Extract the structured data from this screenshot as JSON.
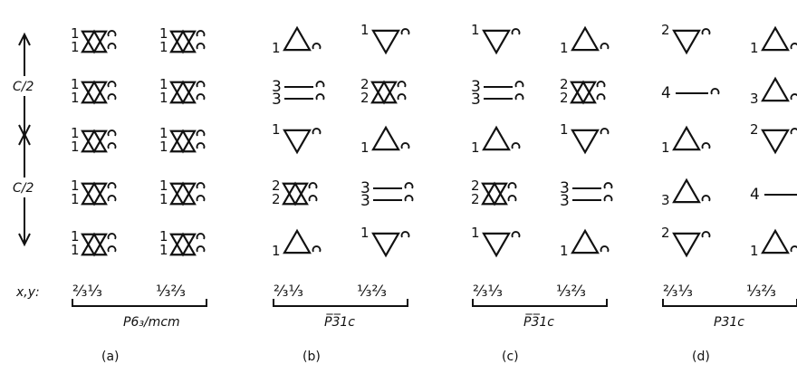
{
  "axis": {
    "c_half_label": "C/2",
    "xy_label": "x,y:"
  },
  "panels": [
    {
      "id": "a",
      "letter": "(a)",
      "space_group": "P6₃/mcm",
      "coord_left": "²⁄₃¹⁄₃",
      "coord_right": "¹⁄₃²⁄₃",
      "rows": [
        [
          {
            "type": "star",
            "labels": [
              "1",
              "1"
            ]
          },
          {
            "type": "star",
            "labels": [
              "1",
              "1"
            ]
          }
        ],
        [
          {
            "type": "star",
            "labels": [
              "1",
              "1"
            ]
          },
          {
            "type": "star",
            "labels": [
              "1",
              "1"
            ]
          }
        ],
        [
          {
            "type": "star",
            "labels": [
              "1",
              "1"
            ]
          },
          {
            "type": "star",
            "labels": [
              "1",
              "1"
            ]
          }
        ],
        [
          {
            "type": "star",
            "labels": [
              "1",
              "1"
            ]
          },
          {
            "type": "star",
            "labels": [
              "1",
              "1"
            ]
          }
        ],
        [
          {
            "type": "star",
            "labels": [
              "1",
              "1"
            ]
          },
          {
            "type": "star",
            "labels": [
              "1",
              "1"
            ]
          }
        ]
      ]
    },
    {
      "id": "b",
      "letter": "(b)",
      "space_group": "P̅3̅1c",
      "coord_left": "²⁄₃¹⁄₃",
      "coord_right": "¹⁄₃²⁄₃",
      "rows": [
        [
          {
            "type": "up",
            "labels": [
              "1"
            ]
          },
          {
            "type": "down",
            "labels": [
              "1"
            ]
          }
        ],
        [
          {
            "type": "bar",
            "labels": [
              "3",
              "3"
            ]
          },
          {
            "type": "star",
            "labels": [
              "2",
              "2"
            ]
          }
        ],
        [
          {
            "type": "down",
            "labels": [
              "1"
            ]
          },
          {
            "type": "up",
            "labels": [
              "1"
            ]
          }
        ],
        [
          {
            "type": "star",
            "labels": [
              "2",
              "2"
            ]
          },
          {
            "type": "bar",
            "labels": [
              "3",
              "3"
            ]
          }
        ],
        [
          {
            "type": "up",
            "labels": [
              "1"
            ]
          },
          {
            "type": "down",
            "labels": [
              "1"
            ]
          }
        ]
      ]
    },
    {
      "id": "c",
      "letter": "(c)",
      "space_group": "P̅3̅1c",
      "coord_left": "²⁄₃¹⁄₃",
      "coord_right": "¹⁄₃²⁄₃",
      "rows": [
        [
          {
            "type": "down",
            "labels": [
              "1"
            ]
          },
          {
            "type": "up",
            "labels": [
              "1"
            ]
          }
        ],
        [
          {
            "type": "bar",
            "labels": [
              "3",
              "3"
            ]
          },
          {
            "type": "star",
            "labels": [
              "2",
              "2"
            ]
          }
        ],
        [
          {
            "type": "up",
            "labels": [
              "1"
            ]
          },
          {
            "type": "down",
            "labels": [
              "1"
            ]
          }
        ],
        [
          {
            "type": "star",
            "labels": [
              "2",
              "2"
            ]
          },
          {
            "type": "bar",
            "labels": [
              "3",
              "3"
            ]
          }
        ],
        [
          {
            "type": "down",
            "labels": [
              "1"
            ]
          },
          {
            "type": "up",
            "labels": [
              "1"
            ]
          }
        ]
      ]
    },
    {
      "id": "d",
      "letter": "(d)",
      "space_group": "P31c",
      "coord_left": "²⁄₃¹⁄₃",
      "coord_right": "¹⁄₃²⁄₃",
      "rows": [
        [
          {
            "type": "down",
            "labels": [
              "2"
            ]
          },
          {
            "type": "up",
            "labels": [
              "1"
            ]
          }
        ],
        [
          {
            "type": "single_bar",
            "labels": [
              "4"
            ]
          },
          {
            "type": "up",
            "labels": [
              "3"
            ]
          }
        ],
        [
          {
            "type": "up",
            "labels": [
              "1"
            ]
          },
          {
            "type": "down",
            "labels": [
              "2"
            ]
          }
        ],
        [
          {
            "type": "up",
            "labels": [
              "3"
            ]
          },
          {
            "type": "single_bar",
            "labels": [
              "4"
            ]
          }
        ],
        [
          {
            "type": "down",
            "labels": [
              "2"
            ]
          },
          {
            "type": "up",
            "labels": [
              "1"
            ]
          }
        ]
      ]
    }
  ]
}
